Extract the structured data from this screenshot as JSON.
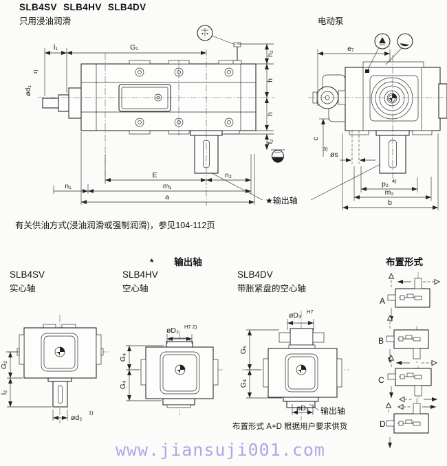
{
  "header": {
    "title": "SLB4SV SLB4HV SLB4DV",
    "subtitle": "只用浸油润滑",
    "pump_label": "电动泵"
  },
  "main_drawing": {
    "dim_l1": "l₁",
    "dim_G1": "G₁",
    "dim_od1": "ød₁",
    "sup_1": "1)",
    "dim_h2": "h₂",
    "dim_h_upper": "h",
    "dim_h_lower": "h",
    "dim_f2": "f₂",
    "dim_E": "E",
    "dim_n2": "n₂",
    "dim_n1": "n₁",
    "dim_m1": "m₁",
    "dim_a": "a",
    "dim_e7": "e₇",
    "dim_c": "c",
    "sup_3": "3)",
    "dim_os": "øs",
    "dim_p2": "p₂",
    "sup_4": "4)",
    "dim_m2": "m₂",
    "dim_b": "b",
    "output_callout": "★输出轴"
  },
  "supply_note": "有关供油方式(浸油润滑或强制润滑)，参见104-112页",
  "output_section": {
    "star": "*",
    "title": "输出轴",
    "variants": [
      {
        "name": "SLB4SV",
        "desc": "实心轴"
      },
      {
        "name": "SLB4HV",
        "desc": "空心轴"
      },
      {
        "name": "SLB4DV",
        "desc": "带胀紧盘的空心轴"
      }
    ],
    "dims_sv": {
      "G2": "G₂",
      "l2": "l₂",
      "od2": "ød₂",
      "sup": "1)"
    },
    "dims_hv": {
      "oD2": "øD₂",
      "tol": "H7 2)",
      "G4_upper": "G₄",
      "G4_lower": "G₄"
    },
    "dims_dv": {
      "oD3": "øD₃",
      "tol": "H7",
      "G5": "G₅",
      "G4": "G₄",
      "oD4": "øD₄",
      "callout": "输出轴"
    },
    "note": "布置形式 A+D 根据用户要求供货"
  },
  "arrangements": {
    "title": "布置形式",
    "items": [
      {
        "label": "A"
      },
      {
        "label": "B"
      },
      {
        "label": "C"
      },
      {
        "label": "D"
      }
    ]
  },
  "watermark": "www.jiansuji001.com",
  "colors": {
    "watermark": "#b3a5e6",
    "line": "#1f1f1f",
    "paper": "#fbfbf9"
  }
}
